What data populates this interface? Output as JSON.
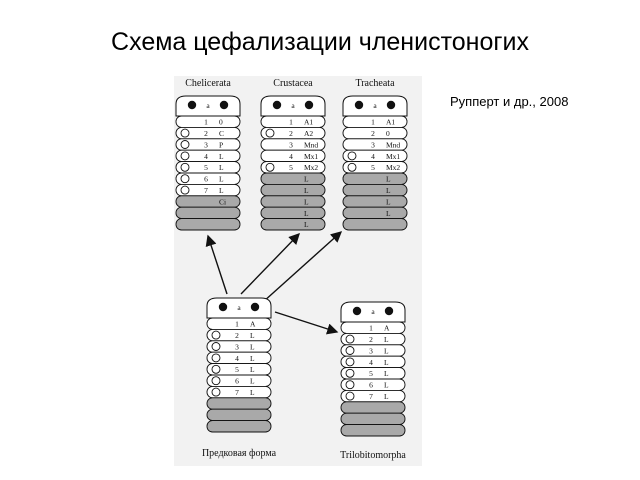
{
  "title": "Схема цефализации членистоногих",
  "citation": "Рупперт и др., 2008",
  "colors": {
    "segment_fill": "#ffffff",
    "segment_shaded": "#a9a9a9",
    "outline": "#111111",
    "background_panel": "#f2f2f2"
  },
  "head_label": "a",
  "organisms": [
    {
      "id": "chelicerata",
      "caption": "Chelicerata",
      "segments": [
        {
          "num": "1",
          "app": "0",
          "circle": false
        },
        {
          "num": "2",
          "app": "C",
          "circle": true
        },
        {
          "num": "3",
          "app": "P",
          "circle": true
        },
        {
          "num": "4",
          "app": "L",
          "circle": true
        },
        {
          "num": "5",
          "app": "L",
          "circle": true
        },
        {
          "num": "6",
          "app": "L",
          "circle": true
        },
        {
          "num": "7",
          "app": "L",
          "circle": true
        },
        {
          "num": "",
          "app": "Ci",
          "circle": false,
          "shaded": true
        },
        {
          "num": "",
          "app": "",
          "circle": false,
          "shaded": true
        },
        {
          "num": "",
          "app": "",
          "circle": false,
          "shaded": true
        }
      ]
    },
    {
      "id": "crustacea",
      "caption": "Crustacea",
      "segments": [
        {
          "num": "1",
          "app": "A1",
          "circle": false
        },
        {
          "num": "2",
          "app": "A2",
          "circle": true
        },
        {
          "num": "3",
          "app": "Mnd",
          "circle": false
        },
        {
          "num": "4",
          "app": "Mx1",
          "circle": false
        },
        {
          "num": "5",
          "app": "Mx2",
          "circle": true
        },
        {
          "num": "",
          "app": "L",
          "circle": false,
          "shaded": true
        },
        {
          "num": "",
          "app": "L",
          "circle": false,
          "shaded": true
        },
        {
          "num": "",
          "app": "L",
          "circle": false,
          "shaded": true
        },
        {
          "num": "",
          "app": "L",
          "circle": false,
          "shaded": true
        },
        {
          "num": "",
          "app": "L",
          "circle": false,
          "shaded": true
        }
      ]
    },
    {
      "id": "tracheata",
      "caption": "Tracheata",
      "segments": [
        {
          "num": "1",
          "app": "A1",
          "circle": false
        },
        {
          "num": "2",
          "app": "0",
          "circle": false
        },
        {
          "num": "3",
          "app": "Mnd",
          "circle": false
        },
        {
          "num": "4",
          "app": "Mx1",
          "circle": true
        },
        {
          "num": "5",
          "app": "Mx2",
          "circle": true
        },
        {
          "num": "",
          "app": "L",
          "circle": false,
          "shaded": true
        },
        {
          "num": "",
          "app": "L",
          "circle": false,
          "shaded": true
        },
        {
          "num": "",
          "app": "L",
          "circle": false,
          "shaded": true
        },
        {
          "num": "",
          "app": "L",
          "circle": false,
          "shaded": true
        },
        {
          "num": "",
          "app": "",
          "circle": false,
          "shaded": true
        }
      ]
    },
    {
      "id": "ancestral",
      "caption": "Предковая форма",
      "segments": [
        {
          "num": "1",
          "app": "A",
          "circle": false
        },
        {
          "num": "2",
          "app": "L",
          "circle": true
        },
        {
          "num": "3",
          "app": "L",
          "circle": true
        },
        {
          "num": "4",
          "app": "L",
          "circle": true
        },
        {
          "num": "5",
          "app": "L",
          "circle": true
        },
        {
          "num": "6",
          "app": "L",
          "circle": true
        },
        {
          "num": "7",
          "app": "L",
          "circle": true
        },
        {
          "num": "",
          "app": "",
          "circle": false,
          "shaded": true
        },
        {
          "num": "",
          "app": "",
          "circle": false,
          "shaded": true
        },
        {
          "num": "",
          "app": "",
          "circle": false,
          "shaded": true
        }
      ]
    },
    {
      "id": "trilobitomorpha",
      "caption": "Trilobitomorpha",
      "segments": [
        {
          "num": "1",
          "app": "A",
          "circle": false
        },
        {
          "num": "2",
          "app": "L",
          "circle": true
        },
        {
          "num": "3",
          "app": "L",
          "circle": true
        },
        {
          "num": "4",
          "app": "L",
          "circle": true
        },
        {
          "num": "5",
          "app": "L",
          "circle": true
        },
        {
          "num": "6",
          "app": "L",
          "circle": true
        },
        {
          "num": "7",
          "app": "L",
          "circle": true
        },
        {
          "num": "",
          "app": "",
          "circle": false,
          "shaded": true
        },
        {
          "num": "",
          "app": "",
          "circle": false,
          "shaded": true
        },
        {
          "num": "",
          "app": "",
          "circle": false,
          "shaded": true
        }
      ]
    }
  ],
  "arrows": [
    {
      "from": "ancestral",
      "to": "chelicerata"
    },
    {
      "from": "ancestral",
      "to": "crustacea"
    },
    {
      "from": "ancestral",
      "to": "tracheata"
    },
    {
      "from": "ancestral",
      "to": "trilobitomorpha"
    }
  ]
}
